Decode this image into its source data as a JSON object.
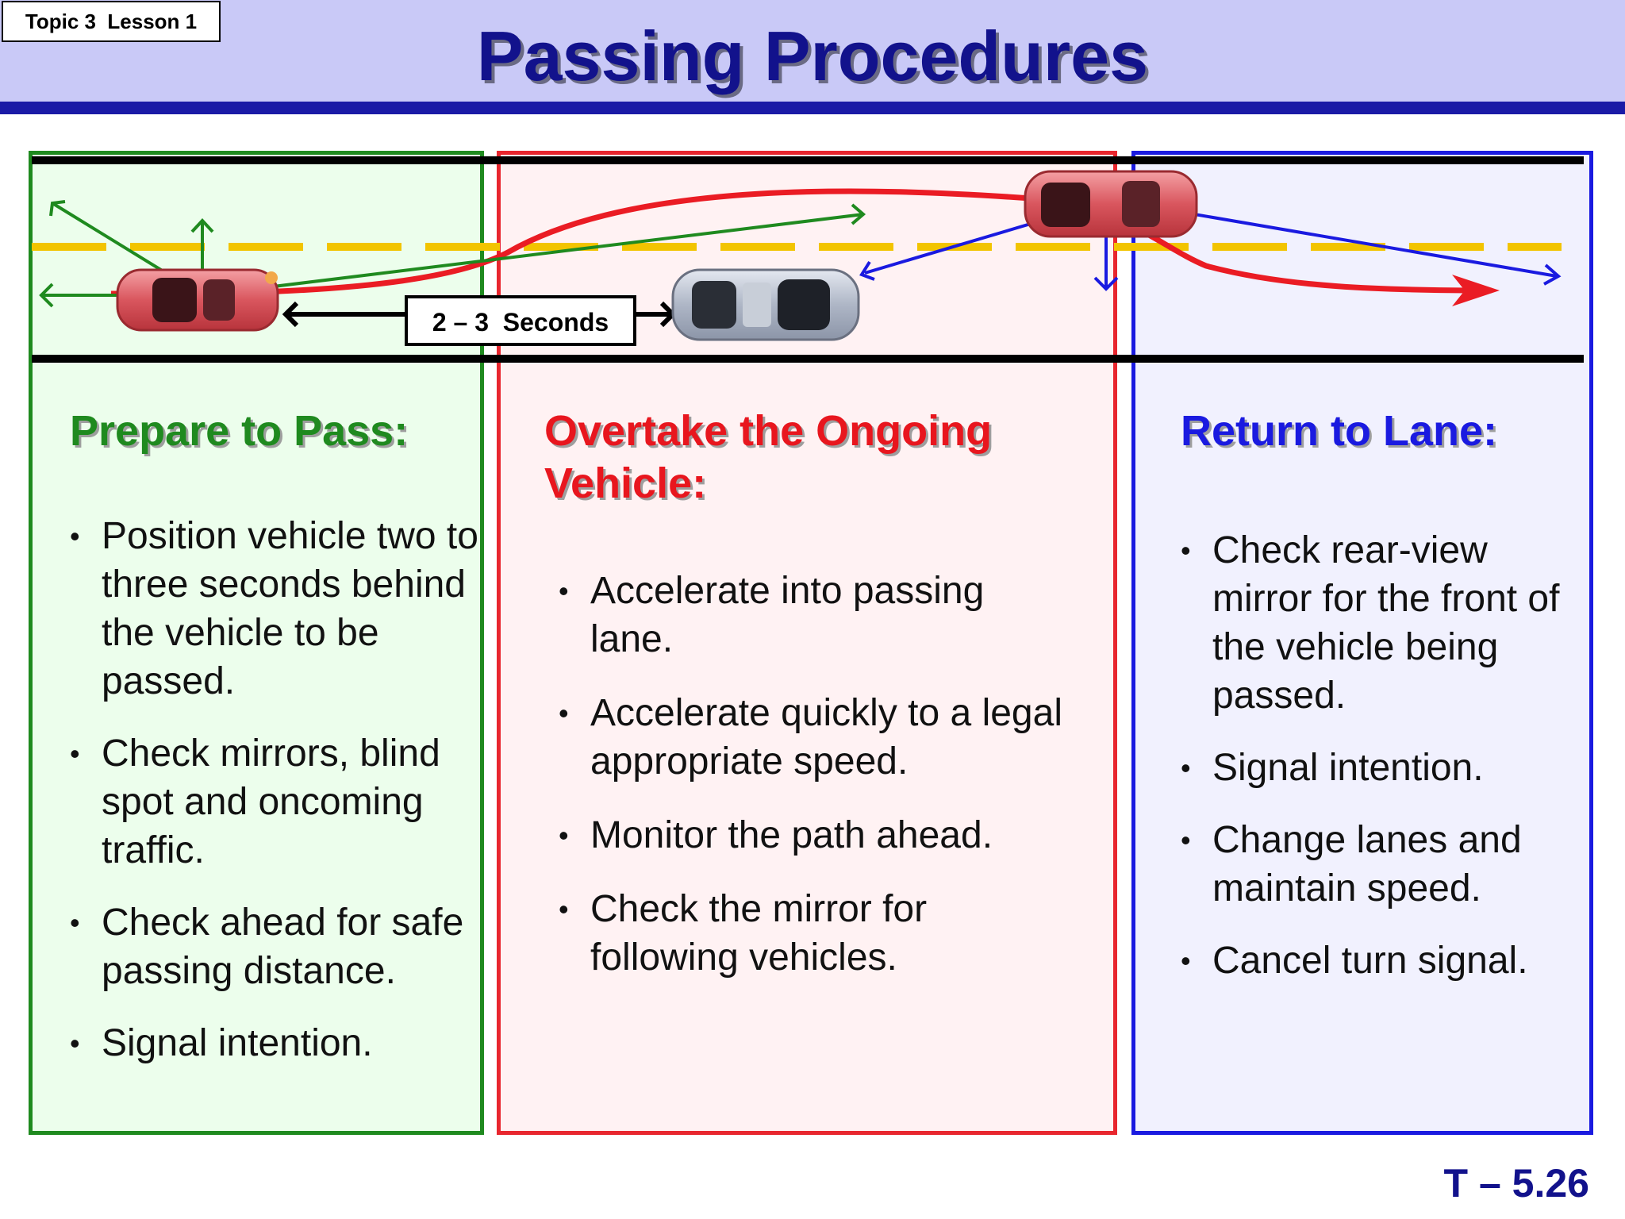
{
  "lesson_tag": "Topic 3  Lesson 1",
  "title": "Passing Procedures",
  "diagram": {
    "gap_label": "2 – 3  Seconds"
  },
  "panels": {
    "prepare": {
      "heading": "Prepare to Pass:",
      "bullets": [
        "Position vehicle two to three seconds behind the vehicle to be passed.",
        "Check mirrors, blind spot and oncoming traffic.",
        "Check ahead for safe passing distance.",
        "Signal intention."
      ]
    },
    "overtake": {
      "heading": "Overtake the Ongoing Vehicle:",
      "bullets": [
        "Accelerate into passing lane.",
        "Accelerate quickly to a legal appropriate speed.",
        "Monitor the path ahead.",
        "Check the mirror for following vehicles."
      ]
    },
    "return": {
      "heading": "Return to Lane:",
      "bullets": [
        "Check rear-view mirror for the front of the vehicle being passed.",
        "Signal intention.",
        "Change lanes and maintain speed.",
        "Cancel turn signal."
      ]
    }
  },
  "slide_number": "T – 5.26",
  "colors": {
    "prepare": "#1f8a1f",
    "overtake": "#e8262e",
    "return": "#1a1ae0",
    "center_line": "#f2c400",
    "header_band": "#c9c9f7"
  }
}
